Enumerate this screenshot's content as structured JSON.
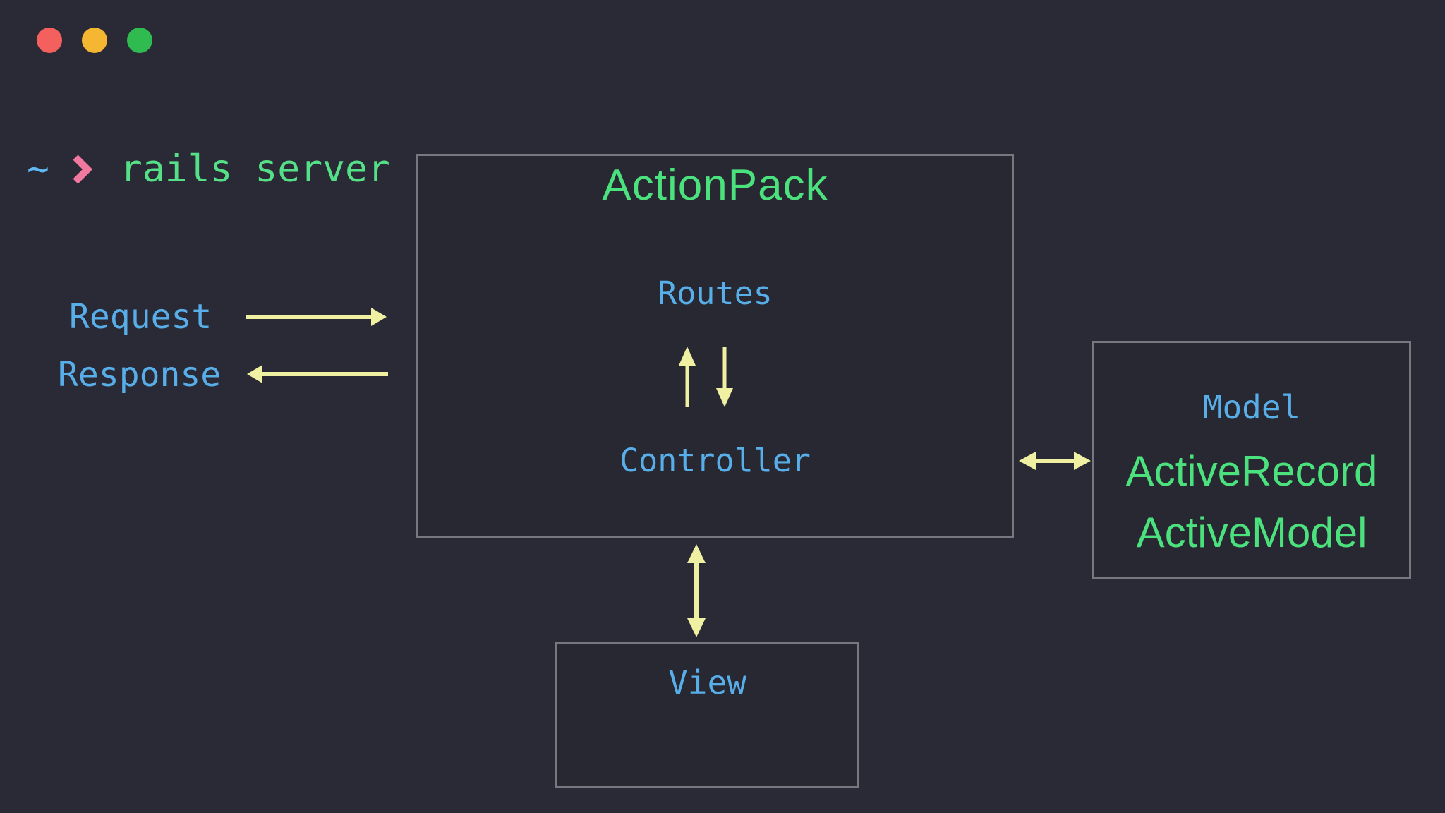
{
  "colors": {
    "bg": "#2a2a36",
    "box_fill": "#282833",
    "border": "#77777f",
    "blue": "#58aee9",
    "green": "#4be17d",
    "prompt_green": "#55e087",
    "yellow": "#f0f0a2",
    "pink": "#f1799f",
    "tilde_blue": "#5fb9f2",
    "tl_red": "#f3605d",
    "tl_yellow": "#f5b731",
    "tl_green": "#2fbb50"
  },
  "terminal": {
    "tilde": "~",
    "command": "rails server"
  },
  "io": {
    "request": "Request",
    "response": "Response"
  },
  "actionpack": {
    "title": "ActionPack",
    "routes": "Routes",
    "controller": "Controller"
  },
  "model": {
    "title": "Model",
    "libraries": [
      "ActiveRecord",
      "ActiveModel"
    ]
  },
  "view": {
    "title": "View"
  }
}
